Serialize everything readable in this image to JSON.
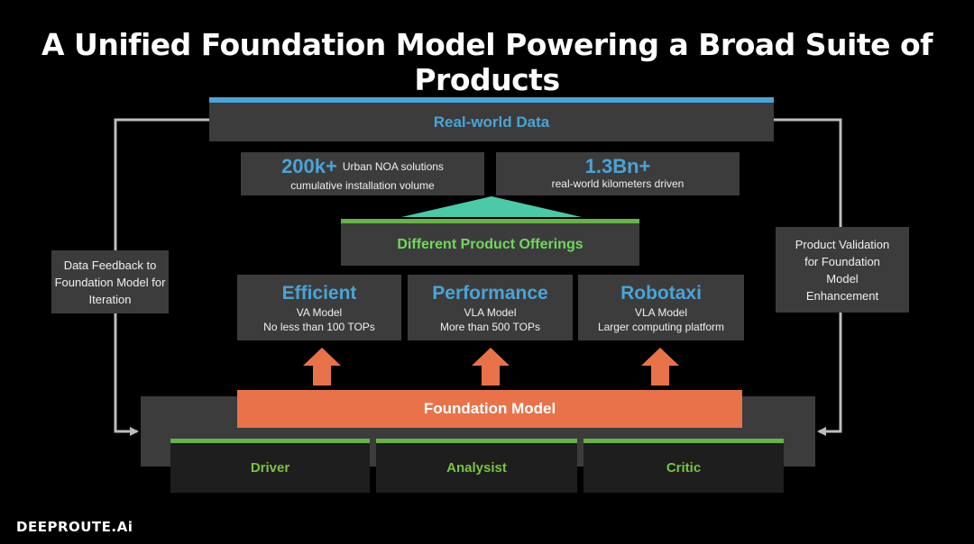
{
  "title": "A Unified Foundation Model Powering a Broad Suite of Products",
  "real_world_data": "Real-world Data",
  "stats": [
    {
      "number": "200k+",
      "line1": "Urban NOA solutions",
      "line2": "cumulative installation volume"
    },
    {
      "number": "1.3Bn+",
      "line1": "real-world kilometers driven"
    }
  ],
  "product_offerings": "Different Product Offerings",
  "products": [
    {
      "name": "Efficient",
      "model": "VA Model",
      "desc": "No less than 100 TOPs"
    },
    {
      "name": "Performance",
      "model": "VLA Model",
      "desc": "More than 500 TOPs"
    },
    {
      "name": "Robotaxi",
      "model": "VLA Model",
      "desc": "Larger computing platform"
    }
  ],
  "foundation_model": "Foundation Model",
  "roles": [
    "Driver",
    "Analysist",
    "Critic"
  ],
  "left_feedback": [
    "Data Feedback to",
    "Foundation Model for",
    "Iteration"
  ],
  "right_feedback": [
    "Product Validation",
    "for Foundation",
    "Model",
    "Enhancement"
  ],
  "logo": "DEEPROUTE.Ai",
  "colors": {
    "blue": "#4ba3d6",
    "green": "#6ab04c",
    "orange": "#e8734a",
    "teal": "#4cc9a6",
    "box": "#3c3c3c"
  }
}
